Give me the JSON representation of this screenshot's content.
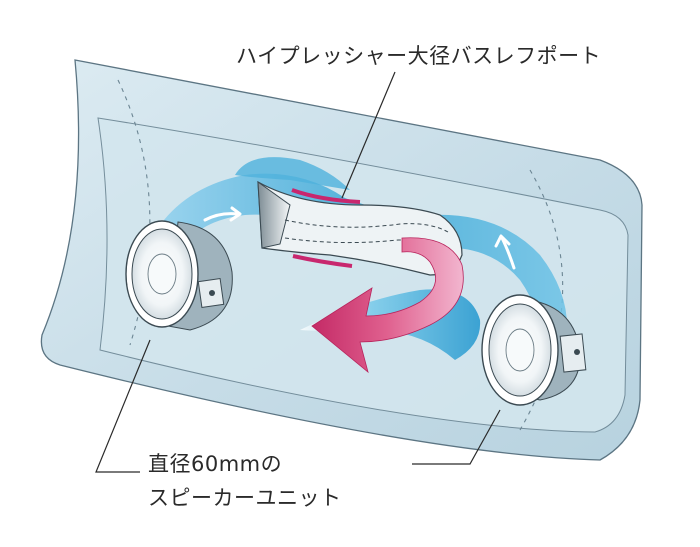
{
  "callouts": {
    "port": "ハイプレッシャー大径バスレフポート",
    "speaker_line1": "直径60mmの",
    "speaker_line2": "スピーカーユニット"
  },
  "colors": {
    "housing_fill": "#cfe3ec",
    "housing_stroke": "#5c7583",
    "airflow_blue": "#3aa7d6",
    "airflow_light": "#bfe6f5",
    "arrow_magenta": "#d33b7a",
    "port_stripe": "#c8276e"
  },
  "icons": [
    "speaker-unit-icon",
    "airflow-arrow-icon",
    "bass-reflex-port-icon"
  ]
}
